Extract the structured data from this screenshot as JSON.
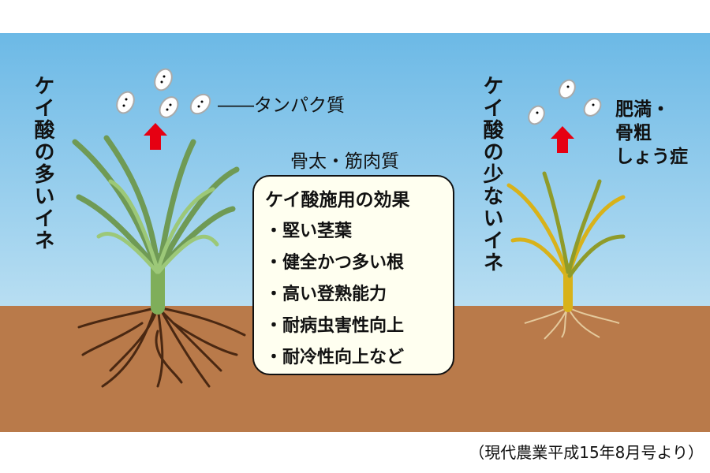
{
  "left_plant": {
    "label": "ケイ酸の多いイネ",
    "grain_label": "――タンパク質",
    "effect_label": "骨太・筋肉質"
  },
  "right_plant": {
    "label": "ケイ酸の少ないイネ",
    "effect_label_lines": [
      "肥満・",
      "骨粗",
      "しょう症"
    ]
  },
  "effects_box": {
    "title": "ケイ酸施用の効果",
    "items": [
      "・堅い茎葉",
      "・健全かつ多い根",
      "・高い登熟能力",
      "・耐病虫害性向上",
      "・耐冷性向上など"
    ]
  },
  "source": "（現代農業平成15年8月号より）",
  "colors": {
    "sky": "#6cb9e6",
    "soil": "#b97a4a",
    "arrow": "#e60012",
    "healthy_leaf": "#6f9a55",
    "weak_leaf": "#d8b21a"
  }
}
